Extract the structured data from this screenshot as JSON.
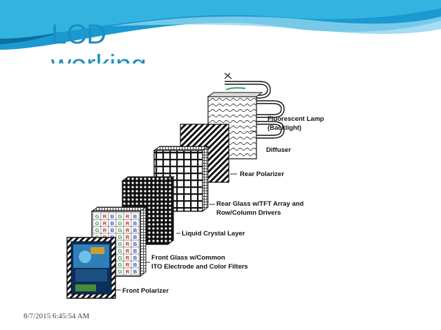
{
  "slide": {
    "title_line1": "LCD",
    "title_line2": "working",
    "date": "8/7/2015 6:45:54 AM"
  },
  "diagram": {
    "labels": {
      "lamp_1": "Fluorescent Lamp",
      "lamp_2": "(Backlight)",
      "diffuser": "Diffuser",
      "rear_polarizer": "Rear Polarizer",
      "rear_glass_1": "Rear Glass w/TFT Array and",
      "rear_glass_2": "Row/Column Drivers",
      "liquid_crystal": "Liquid Crystal Layer",
      "front_glass_1": "Front Glass w/Common",
      "front_glass_2": "ITO Electrode and Color Filters",
      "front_polarizer": "Front Polarizer"
    },
    "filter_letters": [
      "G",
      "R",
      "B"
    ]
  },
  "colors": {
    "title": "#1e8fc0",
    "wave_dark": "#1a9ad0",
    "wave_light": "#8fd4ef"
  }
}
